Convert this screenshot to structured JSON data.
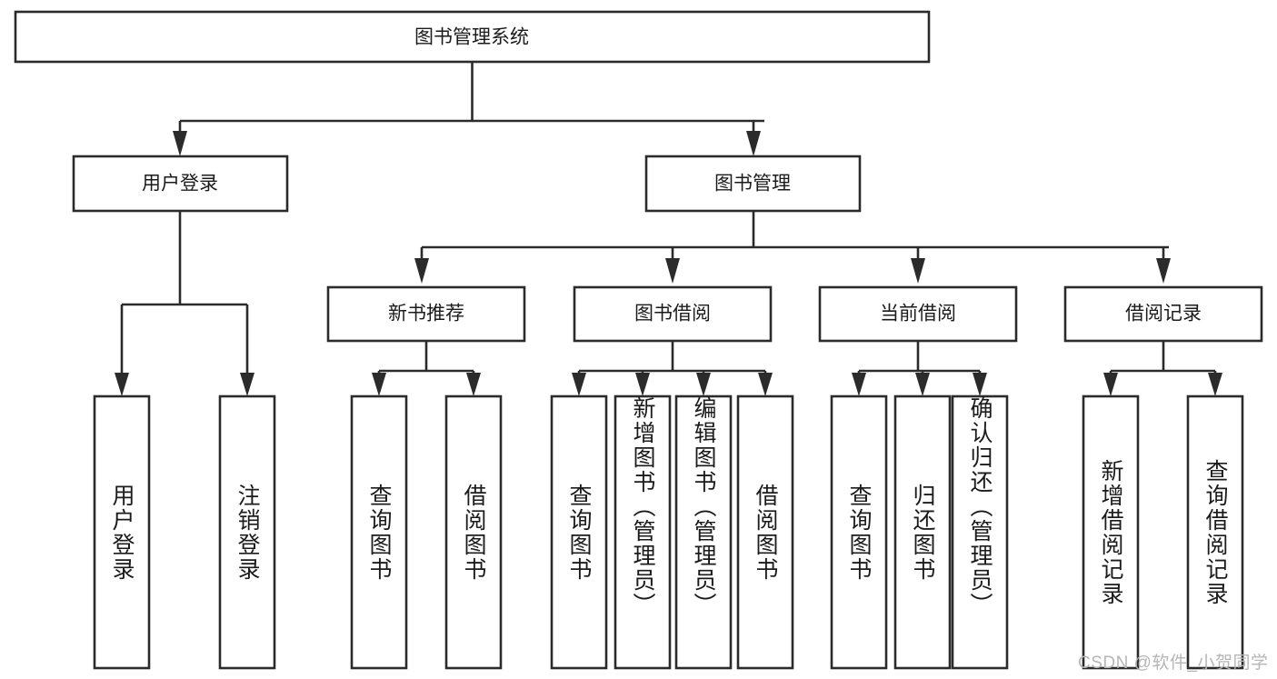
{
  "diagram": {
    "title": "图书管理系统",
    "type": "tree-hierarchy-diagram",
    "colors": {
      "stroke": "#2b2b2b",
      "box_fill": "#ffffff",
      "text": "#1b1b1b",
      "background": "#ffffff",
      "watermark": "#b6b6b6"
    },
    "root": {
      "label": "图书管理系统"
    },
    "level2": [
      {
        "label": "用户登录"
      },
      {
        "label": "图书管理"
      }
    ],
    "level3": [
      {
        "label": "新书推荐"
      },
      {
        "label": "图书借阅"
      },
      {
        "label": "当前借阅"
      },
      {
        "label": "借阅记录"
      }
    ],
    "leaves": {
      "user_login": [
        {
          "label": "用户登录"
        },
        {
          "label": "注销登录"
        }
      ],
      "new_book_recommend": [
        {
          "label": "查询图书"
        },
        {
          "label": "借阅图书"
        }
      ],
      "book_borrow": [
        {
          "label": "查询图书"
        },
        {
          "label": "新增图书（管理员）"
        },
        {
          "label": "编辑图书（管理员）"
        },
        {
          "label": "借阅图书"
        }
      ],
      "current_borrow": [
        {
          "label": "查询图书"
        },
        {
          "label": "归还图书"
        },
        {
          "label": "确认归还（管理员）"
        }
      ],
      "borrow_record": [
        {
          "label": "新增借阅记录"
        },
        {
          "label": "查询借阅记录"
        }
      ]
    },
    "watermark": "CSDN @软件_小贺同学"
  }
}
